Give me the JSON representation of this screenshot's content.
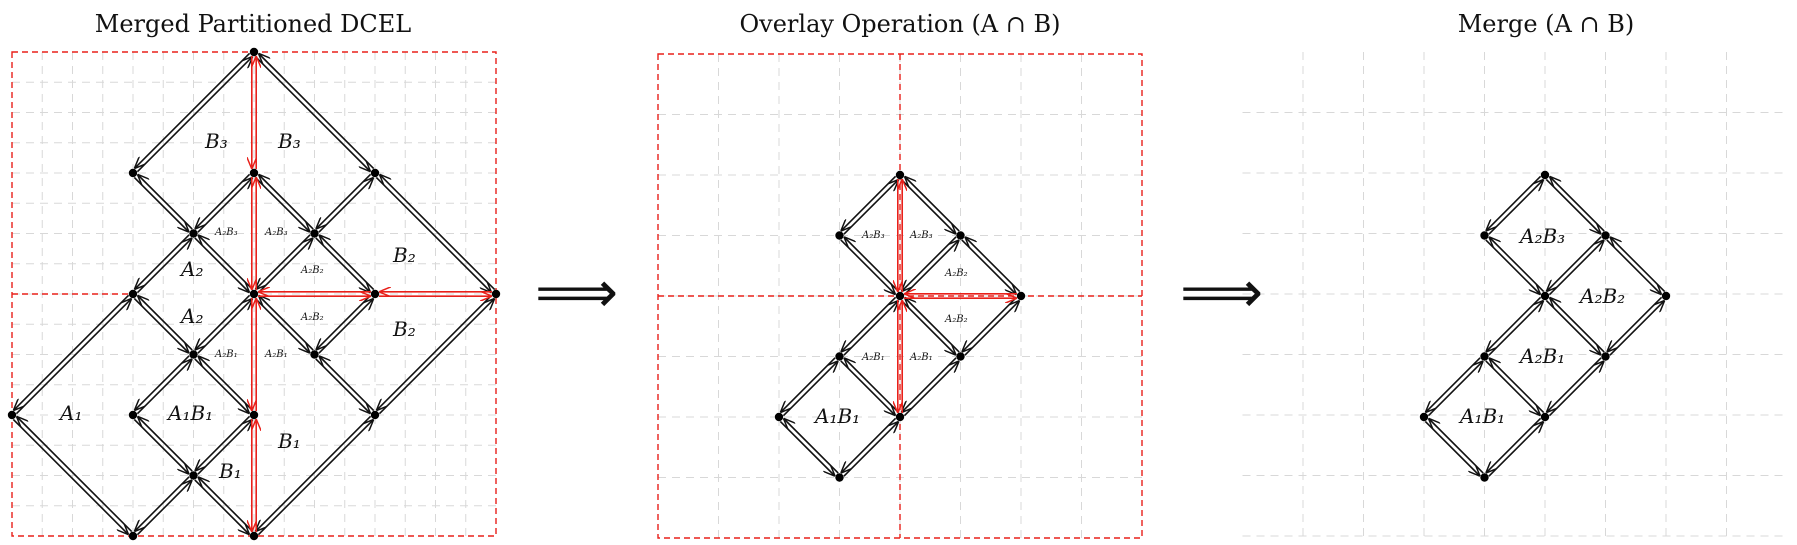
{
  "titles": {
    "left": "Merged Partitioned DCEL",
    "middle": "Overlay Operation (A ∩ B)",
    "right": "Merge (A ∩ B)"
  },
  "arrows": [
    "⟹",
    "⟹"
  ],
  "left_labels": {
    "B3_left": "B₃",
    "B3_right": "B₃",
    "B2_top": "B₂",
    "B2_bottom": "B₂",
    "A2_top": "A₂",
    "A2_bottom": "A₂",
    "A1": "A₁",
    "A1B1": "A₁B₁",
    "B1_inner": "B₁",
    "B1_right": "B₁",
    "A2B3_left": "A₂B₃",
    "A2B3_right": "A₂B₃",
    "A2B2_upper": "A₂B₂",
    "A2B2_lower": "A₂B₂",
    "A2B1_left": "A₂B₁",
    "A2B1_right": "A₂B₁"
  },
  "middle_labels": {
    "A2B3_left": "A₂B₃",
    "A2B3_right": "A₂B₃",
    "A2B2_upper": "A₂B₂",
    "A2B2_lower": "A₂B₂",
    "A2B1_left": "A₂B₁",
    "A2B1_right": "A₂B₁",
    "A1B1": "A₁B₁"
  },
  "right_labels": {
    "A2B3": "A₂B₃",
    "A2B2": "A₂B₂",
    "A2B1": "A₂B₁",
    "A1B1": "A₁B₁"
  },
  "colors": {
    "edge": "#111111",
    "partition": "#e8201a",
    "grid": "#d8d8d8",
    "vertex": "#000000"
  }
}
